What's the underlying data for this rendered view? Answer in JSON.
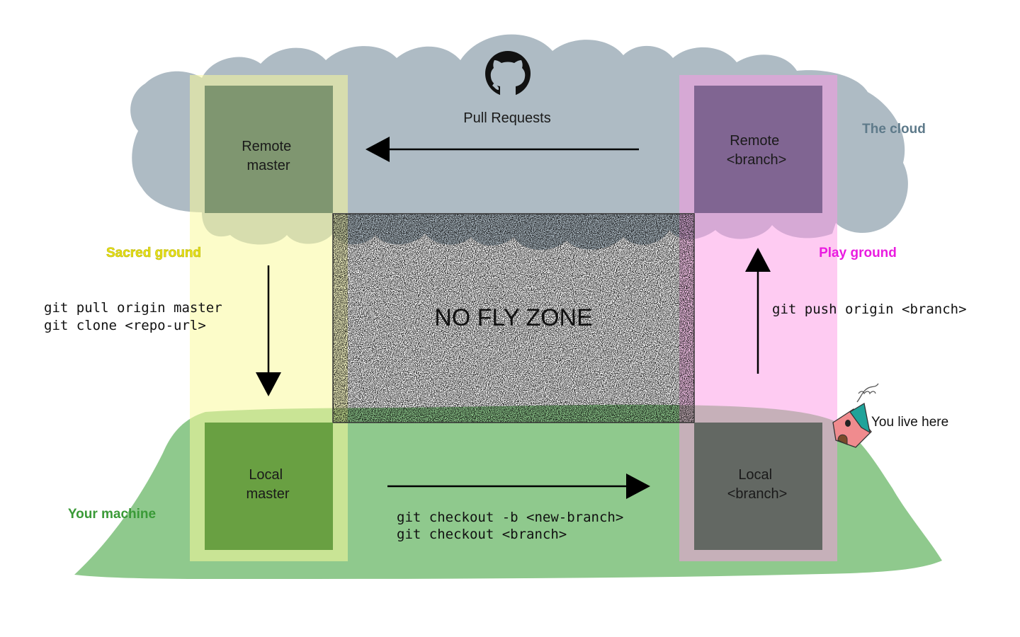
{
  "cloud": {
    "label": "The cloud",
    "pull_requests_label": "Pull Requests",
    "logo_icon": "github-logo-icon"
  },
  "machine": {
    "label": "Your machine"
  },
  "zones": {
    "sacred": "Sacred ground",
    "play": "Play ground",
    "no_fly": "NO FLY ZONE"
  },
  "boxes": {
    "remote_master": [
      "Remote",
      "master"
    ],
    "remote_branch": [
      "Remote",
      "<branch>"
    ],
    "local_master": [
      "Local",
      "master"
    ],
    "local_branch": [
      "Local",
      "<branch>"
    ]
  },
  "commands": {
    "pull_clone": [
      "git pull origin master",
      "git clone <repo-url>"
    ],
    "push": "git push origin <branch>",
    "checkout": [
      "git checkout -b <new-branch>",
      "git checkout <branch>"
    ]
  },
  "house": {
    "label": "You live here",
    "icon": "house-icon"
  },
  "colors": {
    "cloud": "#aebbc4",
    "cloud_label": "#5e7a8a",
    "ground": "#8fc98d",
    "ground_label": "#3a9a37",
    "sacred_strip": "#fcfcc0",
    "sacred_label": "#e8e21a",
    "play_strip": "#fdc9ef",
    "play_label": "#ea1ce0",
    "remote_master_box": "#7f9670",
    "remote_branch_box": "#806592",
    "local_master_box": "#69a042",
    "local_branch_box": "#636863"
  }
}
